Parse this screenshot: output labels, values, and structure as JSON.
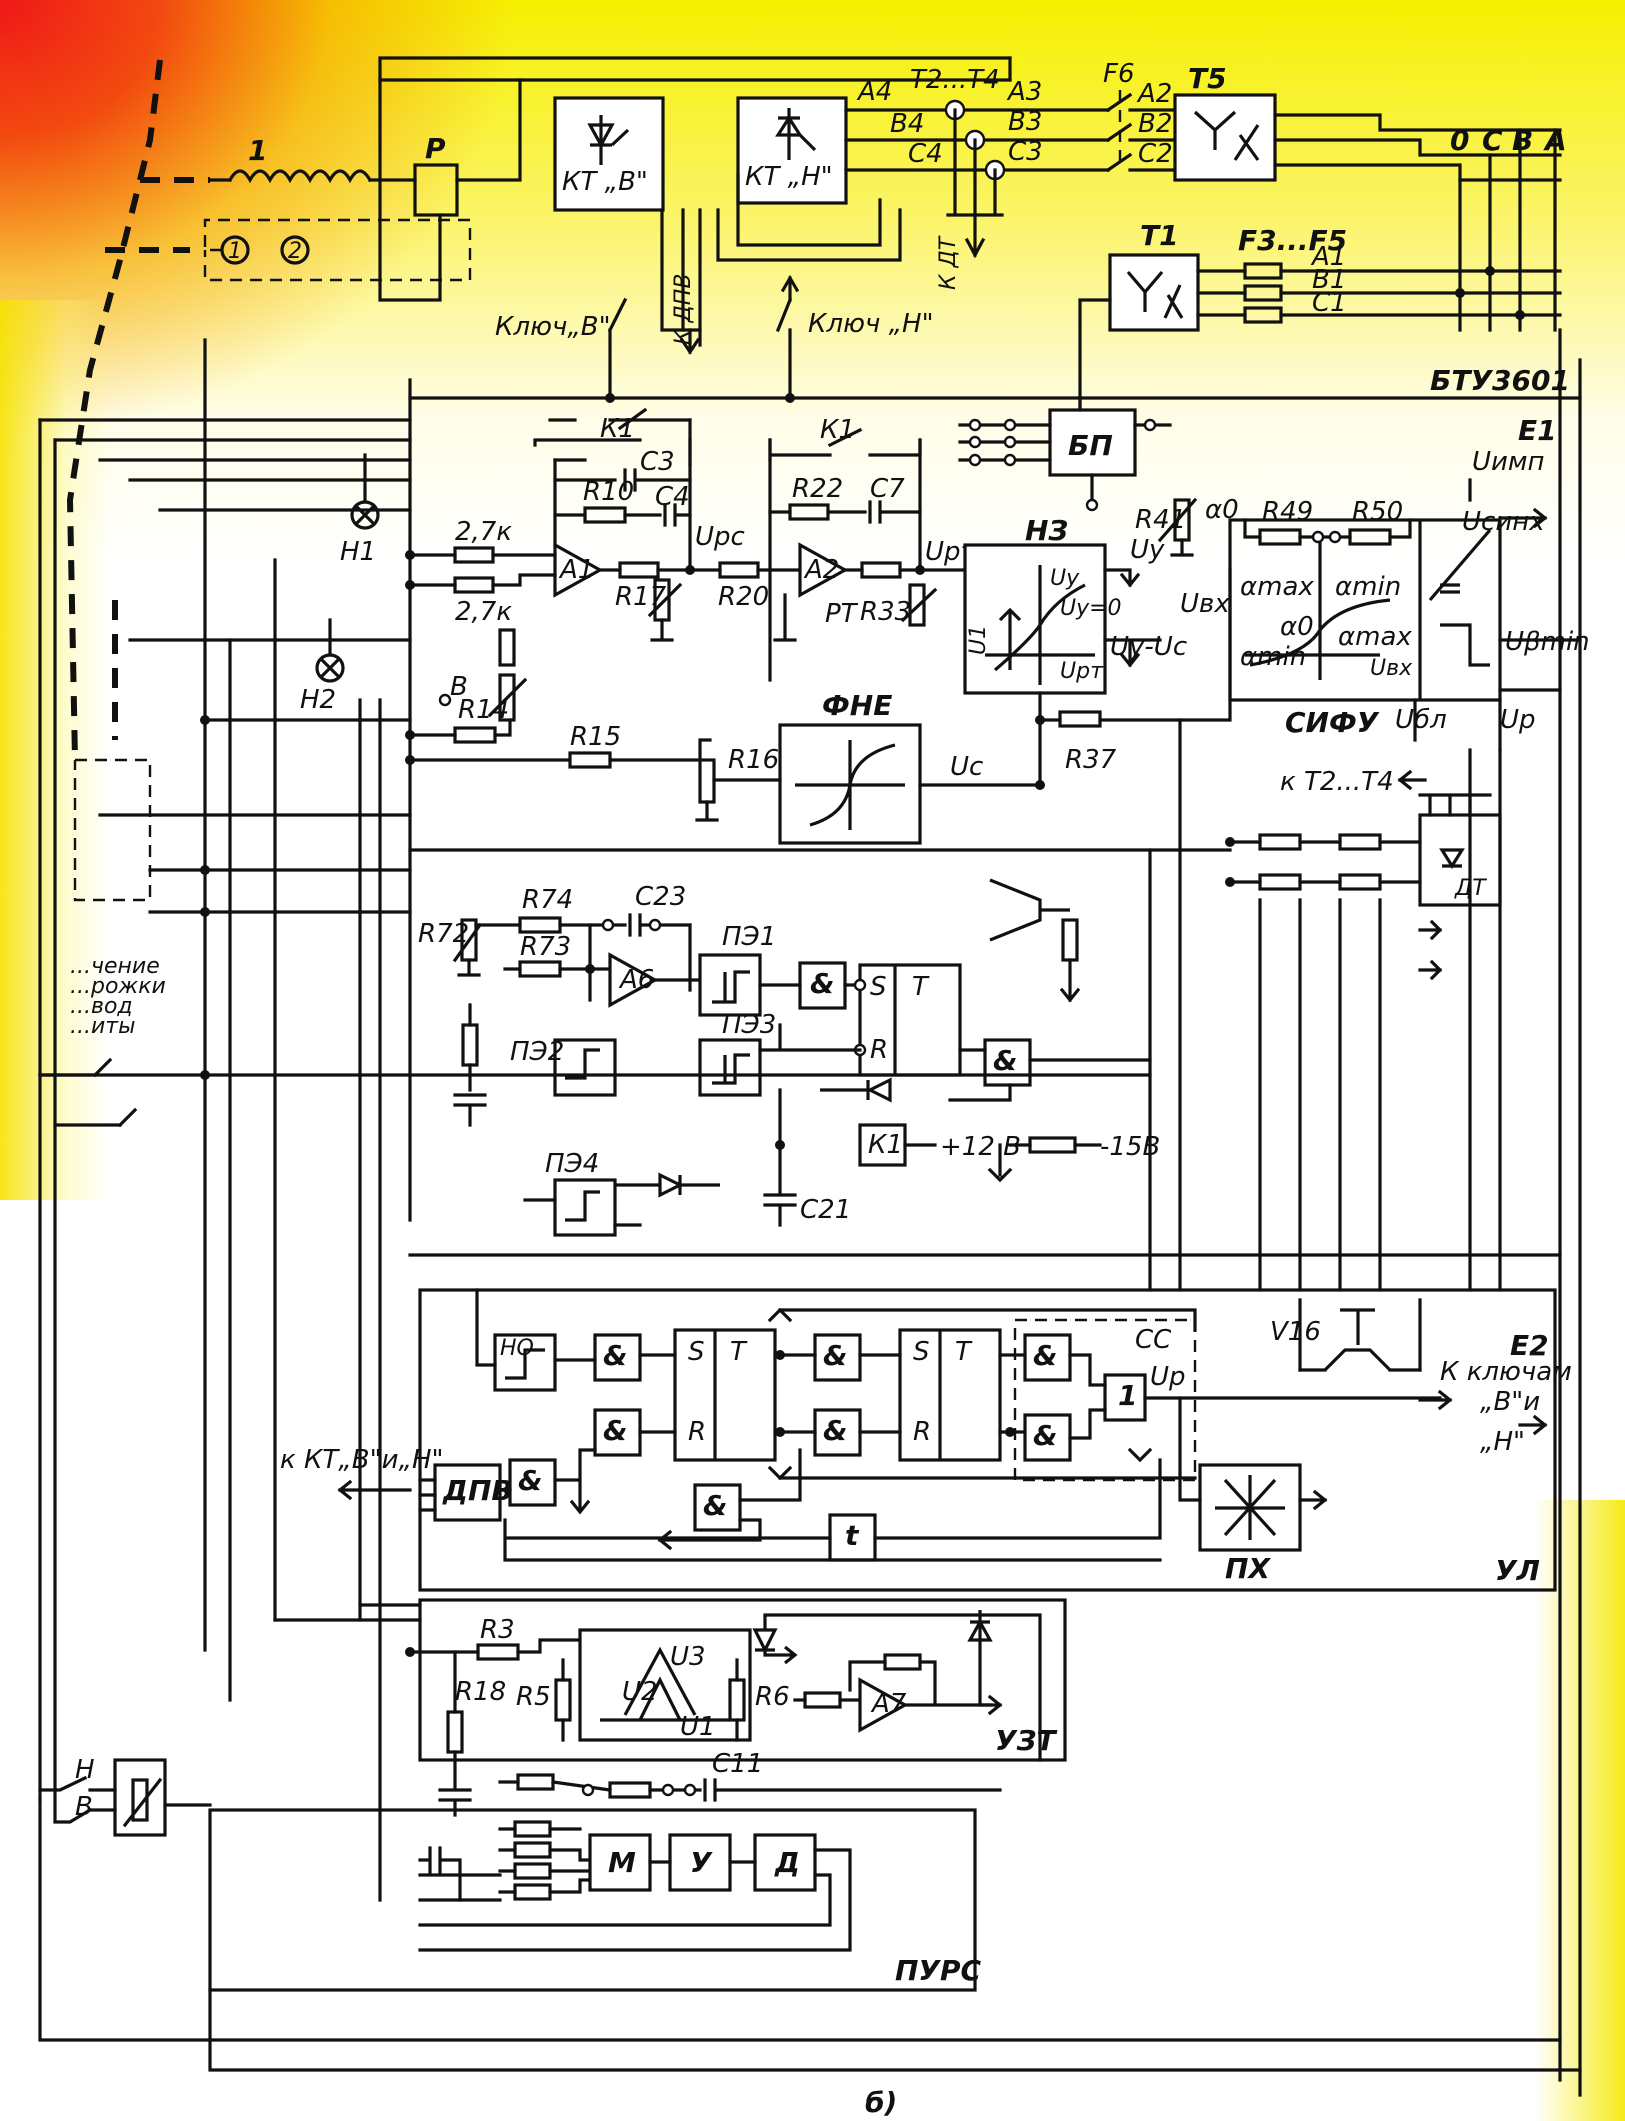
{
  "top": {
    "kt_v": "КТ „В\"",
    "kt_n": "КТ „Н\"",
    "t2t4": "Т2...Т4",
    "a4": "А4",
    "b4": "В4",
    "c4": "С4",
    "a3": "А3",
    "b3": "В3",
    "c3": "С3",
    "f6": "F6",
    "a2": "А2",
    "b2": "В2",
    "c2": "С2",
    "t5": "Т5",
    "o": "0",
    "c": "С",
    "b": "В",
    "a": "А",
    "coil_1": "1",
    "relay_p": "Р",
    "meter_1": "1",
    "meter_2": "2",
    "k_dt": "К ДТ",
    "k_dpv": "К ДПВ",
    "t1": "Т1",
    "f3f5": "F3...F5",
    "a1": "А1",
    "b1": "В1",
    "c1": "С1",
    "key_v": "Ключ„В\"",
    "key_n": "Ключ „Н\"",
    "btu": "БТУ3601"
  },
  "block_upper": {
    "k1_a": "К1",
    "k1_b": "К1",
    "c3": "С3",
    "c4": "С4",
    "r10": "R10",
    "r_27k_a": "2,7к",
    "r_27k_b": "2,7к",
    "a1": "А1",
    "u_pc": "Uрс",
    "r17": "R17",
    "r20": "R20",
    "b_pos": "В",
    "r14": "R14",
    "r15": "R15",
    "r16": "R16",
    "h1": "Н1",
    "h2": "Н2",
    "r22": "R22",
    "c7": "С7",
    "a2": "А2",
    "rt": "РТ",
    "r33": "R33",
    "u_pt": "Uрт",
    "bp": "БП",
    "h3": "НЗ",
    "h3_uy": "Uу",
    "h3_u1": "U1",
    "h3_uyeq0": "Uу=0",
    "h3_upt": "Uрт",
    "r41": "R41",
    "alpha0": "α0",
    "uy": "Uу",
    "uy_uc": "Uу-Uс",
    "r37": "R37",
    "fhe": "ФНЕ",
    "uc": "Uс",
    "e1": "Е1",
    "r49": "R49",
    "r50": "R50",
    "u_vx": "Uвх",
    "sifu_amax": "αmax",
    "sifu_amin": "αmin",
    "sifu_a0": "α0",
    "sifu_amin2": "αmin",
    "sifu_amax2": "αmax",
    "sifu_uvx": "Uвх",
    "sifu": "СИФУ",
    "u_imp": "Uимп",
    "u_sinh": "Uсинх",
    "u_bmin": "Uβmin",
    "u_bl": "Uбл",
    "u_p": "Up",
    "k_t2t4": "к Т2...Т4",
    "dt": "ДТ"
  },
  "block_middle": {
    "r72": "R72",
    "r74": "R74",
    "c23": "С23",
    "r73": "R73",
    "a6": "А6",
    "pe1": "ПЭ1",
    "pe2": "ПЭ2",
    "pe3": "ПЭ3",
    "pe4": "ПЭ4",
    "and1": "&",
    "and2": "&",
    "s": "S",
    "r": "R",
    "t": "Т",
    "k1": "К1",
    "p12": "+12 В",
    "m15": "-15В",
    "c21": "С21",
    "left_note_1": "...чение",
    "left_note_2": "...рожки",
    "left_note_3": "...вод",
    "left_note_4": "...иты"
  },
  "block_ul": {
    "no": "НО",
    "cc": "СС",
    "s1": "S",
    "t1": "Т",
    "r1": "R",
    "s2": "S",
    "t2": "Т",
    "r2": "R",
    "and_a": "&",
    "and_b": "&",
    "and_c": "&",
    "and_d": "&",
    "and_e": "&",
    "and_f": "&",
    "and_g": "&",
    "and_h": "&",
    "one": "1",
    "up": "Up",
    "v16": "V16",
    "e2": "Е2",
    "k_keys_1": "К ключам",
    "k_keys_2": "„В\"и",
    "k_keys_3": "„Н\"",
    "k_kt": "к КТ„В\"и„Н\"",
    "dpv": "ДПВ",
    "t": "t",
    "px": "ПХ",
    "ul": "УЛ"
  },
  "block_uzt": {
    "r3": "R3",
    "r18": "R18",
    "r5": "R5",
    "r6": "R6",
    "u3": "U3",
    "u2": "U2",
    "u1": "U1",
    "a7": "А7",
    "uzt": "УЗТ",
    "c11": "С11"
  },
  "block_purs": {
    "m": "М",
    "y": "У",
    "d": "Д",
    "purs": "ПУРС",
    "h": "Н",
    "v": "В"
  },
  "figure_label": "б)"
}
